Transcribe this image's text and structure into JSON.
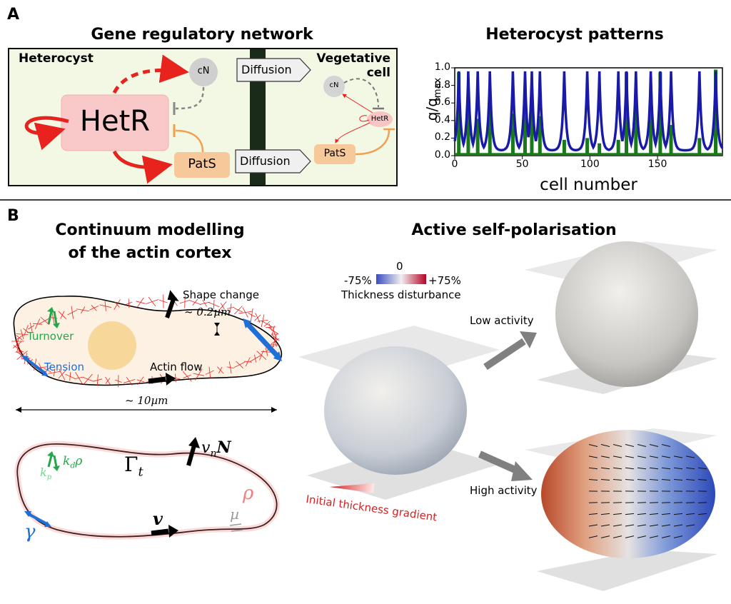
{
  "panel_a": {
    "letter": "A",
    "grn_title": "Gene regulatory network",
    "heterocyst_label": "Heterocyst",
    "vegetative_label_1": "Vegetative",
    "vegetative_label_2": "cell",
    "hetr": "HetR",
    "hetr_small": "HetR",
    "cn": "cN",
    "cn_small": "cN",
    "pats": "PatS",
    "pats_small": "PatS",
    "diffusion_1": "Diffusion",
    "diffusion_2": "Diffusion",
    "patterns_title": "Heterocyst patterns",
    "ylabel_main": "q/q",
    "ylabel_sub": "max",
    "xlabel": "cell number"
  },
  "panel_b": {
    "letter": "B",
    "cm_title_1": "Continuum modelling",
    "cm_title_2": "of the actin cortex",
    "asp_title": "Active self-polarisation",
    "shape_change": "Shape change",
    "thickness_scale": "~ 0.2µm",
    "turnover": "Turnover",
    "tension": "Tension",
    "actin_flow": "Actin flow",
    "cell_length": "~ 10µm",
    "gamma_t": "Γ",
    "gamma_t_sub": "t",
    "vnN": "v",
    "vnN_sub": "n",
    "vnN_bold": "N",
    "kd_rho": "k",
    "kd_sub": "d",
    "kd_rho_tail": "ρ",
    "kp": "k",
    "kp_sub": "p",
    "rho": "ρ",
    "gamma": "γ",
    "v": "v",
    "mu": "µ",
    "cbar_zero": "0",
    "cbar_min": "-75%",
    "cbar_max": "+75%",
    "cbar_label": "Thickness disturbance",
    "low_activity": "Low activity",
    "high_activity": "High activity",
    "initial_gradient": "Initial thickness gradient"
  },
  "colors": {
    "red": "#e8231e",
    "orange": "#f0a050",
    "blue": "#1e6fd6",
    "green": "#22a84a",
    "navy": "#1a1aa8",
    "chart_green": "#1a7a1a"
  },
  "chart_data": {
    "type": "line",
    "title": "Heterocyst patterns",
    "xlabel": "cell number",
    "ylabel": "q/q_max",
    "xlim": [
      0,
      198
    ],
    "ylim": [
      0,
      1.0
    ],
    "xticks": [
      0,
      50,
      100,
      150
    ],
    "yticks": [
      0.0,
      0.2,
      0.4,
      0.6,
      0.8,
      1.0
    ],
    "series": [
      {
        "color": "#1a1aa8",
        "peaks": [
          3,
          10,
          17,
          26,
          43,
          52,
          57,
          63,
          81,
          98,
          107,
          121,
          127,
          134,
          145,
          152,
          160,
          181,
          193
        ]
      },
      {
        "color": "#1a7a1a",
        "peaks": [
          3,
          10,
          17,
          26,
          43,
          52,
          57,
          63,
          81,
          98,
          107,
          121,
          127,
          134,
          145,
          152,
          160,
          181,
          193
        ]
      }
    ]
  }
}
